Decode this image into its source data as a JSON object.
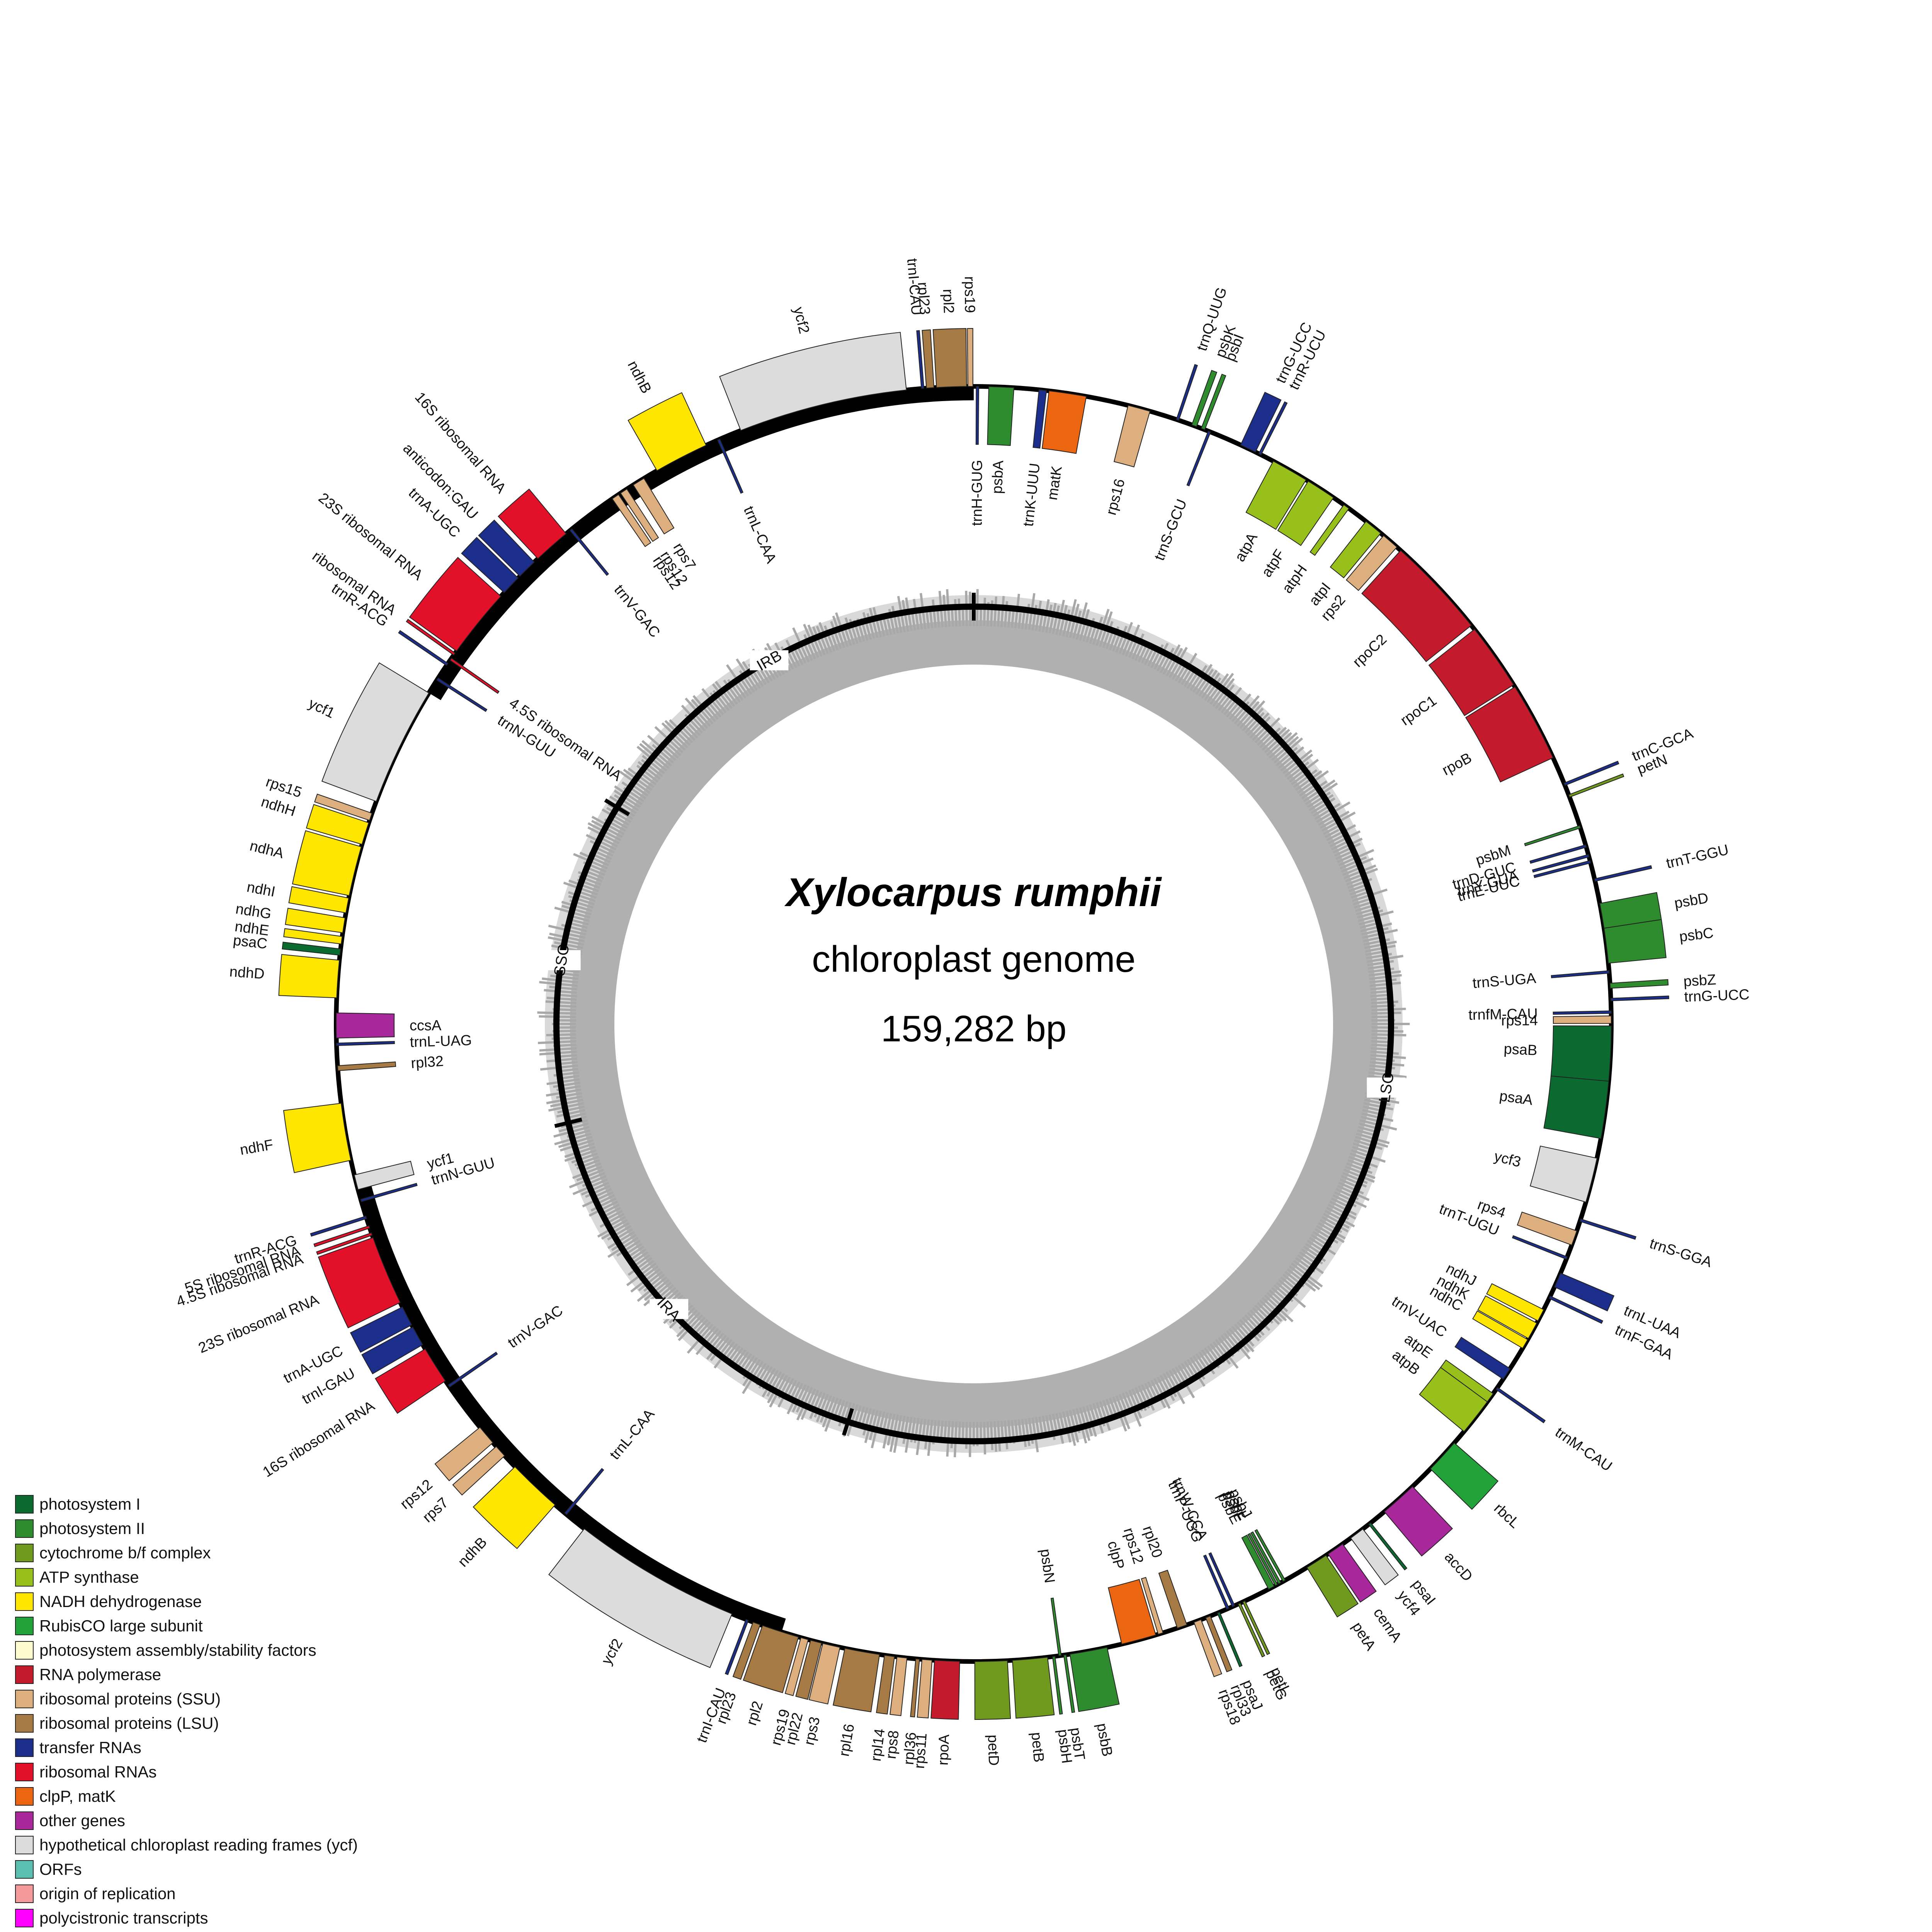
{
  "title": {
    "species": "Xylocarpus rumphii",
    "subtitle": "chloroplast genome",
    "size": "159,282 bp"
  },
  "genome_length": 159282,
  "colors": {
    "photosystem_I": "#0a6a30",
    "photosystem_II": "#2e8b2e",
    "cytochrome": "#6f9a1e",
    "atp": "#98c01a",
    "ndh": "#ffe600",
    "rubisco": "#22a33a",
    "assembly": "#fffbd0",
    "rpo": "#c31b2b",
    "ssu": "#ddaf7e",
    "lsu": "#a57a45",
    "trna": "#1c2e8c",
    "rrna": "#e3102a",
    "clp": "#ec6612",
    "other": "#a8289c",
    "ycf": "#dcdcdc",
    "orf": "#5abfae",
    "ori": "#f59a9a",
    "polycistronic": "#ff00ff"
  },
  "regions": [
    {
      "name": "LSC",
      "start": 0,
      "end": 87400
    },
    {
      "name": "IRA",
      "start": 87400,
      "end": 113400
    },
    {
      "name": "SSC",
      "start": 113400,
      "end": 133300
    },
    {
      "name": "IRB",
      "start": 133300,
      "end": 159282
    }
  ],
  "legend": [
    {
      "label": "photosystem I",
      "color": "#0a6a30"
    },
    {
      "label": "photosystem II",
      "color": "#2e8b2e"
    },
    {
      "label": "cytochrome b/f complex",
      "color": "#6f9a1e"
    },
    {
      "label": "ATP synthase",
      "color": "#98c01a"
    },
    {
      "label": "NADH dehydrogenase",
      "color": "#ffe600"
    },
    {
      "label": "RubisCO large subunit",
      "color": "#22a33a"
    },
    {
      "label": "photosystem assembly/stability factors",
      "color": "#fffbd0"
    },
    {
      "label": "RNA polymerase",
      "color": "#c31b2b"
    },
    {
      "label": "ribosomal proteins (SSU)",
      "color": "#ddaf7e"
    },
    {
      "label": "ribosomal proteins (LSU)",
      "color": "#a57a45"
    },
    {
      "label": "transfer RNAs",
      "color": "#1c2e8c"
    },
    {
      "label": "ribosomal RNAs",
      "color": "#e3102a"
    },
    {
      "label": "clpP, matK",
      "color": "#ec6612"
    },
    {
      "label": "other genes",
      "color": "#a8289c"
    },
    {
      "label": "hypothetical chloroplast reading frames (ycf)",
      "color": "#dcdcdc"
    },
    {
      "label": "ORFs",
      "color": "#5abfae"
    },
    {
      "label": "origin of replication",
      "color": "#f59a9a"
    },
    {
      "label": "polycistronic transcripts",
      "color": "#ff00ff"
    }
  ],
  "genes": [
    {
      "name": "psbA",
      "start": 600,
      "end": 1600,
      "strand": "in",
      "cat": "photosystem_II"
    },
    {
      "name": "trnH-GUG",
      "start": 100,
      "end": 200,
      "strand": "in",
      "cat": "trna"
    },
    {
      "name": "trnK-UUU",
      "start": 2600,
      "end": 2900,
      "strand": "in",
      "cat": "trna"
    },
    {
      "name": "matK",
      "start": 3000,
      "end": 4500,
      "strand": "in",
      "cat": "clp"
    },
    {
      "name": "rps16",
      "start": 6200,
      "end": 7100,
      "strand": "in",
      "cat": "ssu"
    },
    {
      "name": "trnQ-UUG",
      "start": 8200,
      "end": 8300,
      "strand": "out",
      "cat": "trna"
    },
    {
      "name": "psbK",
      "start": 8850,
      "end": 9050,
      "strand": "out",
      "cat": "photosystem_II"
    },
    {
      "name": "psbI",
      "start": 9250,
      "end": 9400,
      "strand": "out",
      "cat": "photosystem_II"
    },
    {
      "name": "trnS-GCU",
      "start": 9550,
      "end": 9650,
      "strand": "in",
      "cat": "trna"
    },
    {
      "name": "trnG-UCC",
      "start": 10950,
      "end": 11600,
      "strand": "out",
      "cat": "trna"
    },
    {
      "name": "trnR-UCU",
      "start": 11750,
      "end": 11850,
      "strand": "out",
      "cat": "trna"
    },
    {
      "name": "atpA",
      "start": 12400,
      "end": 13900,
      "strand": "in",
      "cat": "atp"
    },
    {
      "name": "atpF",
      "start": 14000,
      "end": 15200,
      "strand": "in",
      "cat": "atp"
    },
    {
      "name": "atpH",
      "start": 15700,
      "end": 15950,
      "strand": "in",
      "cat": "atp"
    },
    {
      "name": "atpI",
      "start": 16800,
      "end": 17550,
      "strand": "in",
      "cat": "atp"
    },
    {
      "name": "rps2",
      "start": 17700,
      "end": 18400,
      "strand": "in",
      "cat": "ssu"
    },
    {
      "name": "rpoC2",
      "start": 18600,
      "end": 22700,
      "strand": "in",
      "cat": "rpo"
    },
    {
      "name": "rpoC1",
      "start": 22900,
      "end": 25600,
      "strand": "in",
      "cat": "rpo"
    },
    {
      "name": "rpoB",
      "start": 25700,
      "end": 28900,
      "strand": "in",
      "cat": "rpo"
    },
    {
      "name": "trnC-GCA",
      "start": 30000,
      "end": 30100,
      "strand": "out",
      "cat": "trna"
    },
    {
      "name": "petN",
      "start": 30500,
      "end": 30600,
      "strand": "out",
      "cat": "cytochrome"
    },
    {
      "name": "psbM",
      "start": 31800,
      "end": 31900,
      "strand": "in",
      "cat": "photosystem_II"
    },
    {
      "name": "trnD-GUC",
      "start": 32600,
      "end": 32700,
      "strand": "in",
      "cat": "trna"
    },
    {
      "name": "trnY-GUA",
      "start": 33000,
      "end": 33100,
      "strand": "in",
      "cat": "trna"
    },
    {
      "name": "trnE-UUC",
      "start": 33250,
      "end": 33350,
      "strand": "in",
      "cat": "trna"
    },
    {
      "name": "trnT-GGU",
      "start": 34000,
      "end": 34100,
      "strand": "out",
      "cat": "trna"
    },
    {
      "name": "psbD",
      "start": 35000,
      "end": 36000,
      "strand": "out",
      "cat": "photosystem_II"
    },
    {
      "name": "psbC",
      "start": 36000,
      "end": 37400,
      "strand": "out",
      "cat": "photosystem_II"
    },
    {
      "name": "trnS-UGA",
      "start": 37700,
      "end": 37800,
      "strand": "in",
      "cat": "trna"
    },
    {
      "name": "psbZ",
      "start": 38200,
      "end": 38400,
      "strand": "out",
      "cat": "photosystem_II"
    },
    {
      "name": "trnG-UCC",
      "start": 38800,
      "end": 38900,
      "strand": "out",
      "cat": "trna"
    },
    {
      "name": "trnfM-CAU",
      "start": 39300,
      "end": 39400,
      "strand": "in",
      "cat": "trna"
    },
    {
      "name": "rps14",
      "start": 39500,
      "end": 39800,
      "strand": "in",
      "cat": "ssu"
    },
    {
      "name": "psaB",
      "start": 39900,
      "end": 42100,
      "strand": "in",
      "cat": "photosystem_I"
    },
    {
      "name": "psaA",
      "start": 42100,
      "end": 44400,
      "strand": "in",
      "cat": "photosystem_I"
    },
    {
      "name": "ycf3",
      "start": 45200,
      "end": 47000,
      "strand": "in",
      "cat": "ycf"
    },
    {
      "name": "trnS-GGA",
      "start": 47700,
      "end": 47800,
      "strand": "out",
      "cat": "trna"
    },
    {
      "name": "rps4",
      "start": 48200,
      "end": 48800,
      "strand": "in",
      "cat": "ssu"
    },
    {
      "name": "trnT-UGU",
      "start": 49300,
      "end": 49400,
      "strand": "in",
      "cat": "trna"
    },
    {
      "name": "trnL-UAA",
      "start": 50000,
      "end": 50600,
      "strand": "out",
      "cat": "trna"
    },
    {
      "name": "trnF-GAA",
      "start": 51000,
      "end": 51100,
      "strand": "out",
      "cat": "trna"
    },
    {
      "name": "ndhJ",
      "start": 51600,
      "end": 52100,
      "strand": "in",
      "cat": "ndh"
    },
    {
      "name": "ndhK",
      "start": 52200,
      "end": 52900,
      "strand": "in",
      "cat": "ndh"
    },
    {
      "name": "ndhC",
      "start": 52950,
      "end": 53350,
      "strand": "in",
      "cat": "ndh"
    },
    {
      "name": "trnV-UAC",
      "start": 54300,
      "end": 54800,
      "strand": "in",
      "cat": "trna"
    },
    {
      "name": "trnM-CAU",
      "start": 55200,
      "end": 55300,
      "strand": "out",
      "cat": "trna"
    },
    {
      "name": "atpE",
      "start": 55500,
      "end": 55900,
      "strand": "in",
      "cat": "atp"
    },
    {
      "name": "atpB",
      "start": 55900,
      "end": 57400,
      "strand": "in",
      "cat": "atp"
    },
    {
      "name": "rbcL",
      "start": 58000,
      "end": 59400,
      "strand": "out",
      "cat": "rubisco"
    },
    {
      "name": "accD",
      "start": 60400,
      "end": 61900,
      "strand": "out",
      "cat": "other"
    },
    {
      "name": "psaI",
      "start": 62600,
      "end": 62700,
      "strand": "out",
      "cat": "photosystem_I"
    },
    {
      "name": "ycf4",
      "start": 63000,
      "end": 63600,
      "strand": "out",
      "cat": "ycf"
    },
    {
      "name": "cemA",
      "start": 64000,
      "end": 64700,
      "strand": "out",
      "cat": "other"
    },
    {
      "name": "petA",
      "start": 64800,
      "end": 65700,
      "strand": "out",
      "cat": "cytochrome"
    },
    {
      "name": "psbJ",
      "start": 66700,
      "end": 66800,
      "strand": "in",
      "cat": "photosystem_II"
    },
    {
      "name": "psbL",
      "start": 66900,
      "end": 67000,
      "strand": "in",
      "cat": "photosystem_II"
    },
    {
      "name": "psbF",
      "start": 67050,
      "end": 67150,
      "strand": "in",
      "cat": "photosystem_II"
    },
    {
      "name": "psbE",
      "start": 67200,
      "end": 67450,
      "strand": "in",
      "cat": "photosystem_II"
    },
    {
      "name": "petL",
      "start": 68500,
      "end": 68600,
      "strand": "out",
      "cat": "cytochrome"
    },
    {
      "name": "petG",
      "start": 68700,
      "end": 68800,
      "strand": "out",
      "cat": "cytochrome"
    },
    {
      "name": "trnW-CCA",
      "start": 68950,
      "end": 69050,
      "strand": "in",
      "cat": "trna"
    },
    {
      "name": "trnP-UGG",
      "start": 69200,
      "end": 69300,
      "strand": "in",
      "cat": "trna"
    },
    {
      "name": "psaJ",
      "start": 69600,
      "end": 69700,
      "strand": "out",
      "cat": "photosystem_I"
    },
    {
      "name": "rpl33",
      "start": 70000,
      "end": 70200,
      "strand": "out",
      "cat": "lsu"
    },
    {
      "name": "rps18",
      "start": 70400,
      "end": 70700,
      "strand": "out",
      "cat": "ssu"
    },
    {
      "name": "rpl20",
      "start": 71000,
      "end": 71400,
      "strand": "in",
      "cat": "lsu"
    },
    {
      "name": "rps12",
      "start": 72000,
      "end": 72200,
      "strand": "in",
      "cat": "ssu"
    },
    {
      "name": "clpP",
      "start": 72300,
      "end": 73700,
      "strand": "in",
      "cat": "clp"
    },
    {
      "name": "psbB",
      "start": 74300,
      "end": 75800,
      "strand": "out",
      "cat": "photosystem_II"
    },
    {
      "name": "psbT",
      "start": 75950,
      "end": 76050,
      "strand": "out",
      "cat": "photosystem_II"
    },
    {
      "name": "psbN",
      "start": 76150,
      "end": 76250,
      "strand": "in",
      "cat": "photosystem_II"
    },
    {
      "name": "psbH",
      "start": 76400,
      "end": 76500,
      "strand": "out",
      "cat": "photosystem_II"
    },
    {
      "name": "petB",
      "start": 76700,
      "end": 78100,
      "strand": "out",
      "cat": "cytochrome"
    },
    {
      "name": "petD",
      "start": 78300,
      "end": 79600,
      "strand": "out",
      "cat": "cytochrome"
    },
    {
      "name": "rpoA",
      "start": 80200,
      "end": 81200,
      "strand": "out",
      "cat": "rpo"
    },
    {
      "name": "rps11",
      "start": 81300,
      "end": 81700,
      "strand": "out",
      "cat": "ssu"
    },
    {
      "name": "rpl36",
      "start": 81800,
      "end": 81950,
      "strand": "out",
      "cat": "lsu"
    },
    {
      "name": "rps8",
      "start": 82300,
      "end": 82700,
      "strand": "out",
      "cat": "ssu"
    },
    {
      "name": "rpl14",
      "start": 82800,
      "end": 83200,
      "strand": "out",
      "cat": "lsu"
    },
    {
      "name": "rpl16",
      "start": 83400,
      "end": 84800,
      "strand": "out",
      "cat": "lsu"
    },
    {
      "name": "rps3",
      "start": 85000,
      "end": 85700,
      "strand": "out",
      "cat": "ssu"
    },
    {
      "name": "rpl22",
      "start": 85750,
      "end": 86200,
      "strand": "out",
      "cat": "lsu"
    },
    {
      "name": "rps19",
      "start": 86300,
      "end": 86600,
      "strand": "out",
      "cat": "ssu"
    },
    {
      "name": "rpl2",
      "start": 86700,
      "end": 88200,
      "strand": "out",
      "cat": "lsu"
    },
    {
      "name": "rpl23",
      "start": 88300,
      "end": 88600,
      "strand": "out",
      "cat": "lsu"
    },
    {
      "name": "trnI-CAU",
      "start": 88800,
      "end": 88900,
      "strand": "out",
      "cat": "trna"
    },
    {
      "name": "ycf2",
      "start": 89500,
      "end": 96300,
      "strand": "out",
      "cat": "ycf"
    },
    {
      "name": "trnL-CAA",
      "start": 97200,
      "end": 97300,
      "strand": "in",
      "cat": "trna"
    },
    {
      "name": "ndhB",
      "start": 97800,
      "end": 100000,
      "strand": "out",
      "cat": "ndh"
    },
    {
      "name": "rps7",
      "start": 100600,
      "end": 101100,
      "strand": "out",
      "cat": "ssu"
    },
    {
      "name": "rps12",
      "start": 101300,
      "end": 102100,
      "strand": "out",
      "cat": "ssu"
    },
    {
      "name": "trnV-GAC",
      "start": 104100,
      "end": 104200,
      "strand": "in",
      "cat": "trna"
    },
    {
      "name": "16S ribosomal RNA",
      "start": 104400,
      "end": 105900,
      "strand": "out",
      "cat": "rrna"
    },
    {
      "name": "trnI-GAU",
      "start": 106100,
      "end": 106900,
      "strand": "out",
      "cat": "trna"
    },
    {
      "name": "trnA-UGC",
      "start": 107000,
      "end": 107800,
      "strand": "out",
      "cat": "trna"
    },
    {
      "name": "23S ribosomal RNA",
      "start": 108000,
      "end": 110800,
      "strand": "out",
      "cat": "rrna"
    },
    {
      "name": "4.5S ribosomal RNA",
      "start": 110900,
      "end": 111000,
      "strand": "out",
      "cat": "rrna"
    },
    {
      "name": "5S ribosomal RNA",
      "start": 111200,
      "end": 111300,
      "strand": "out",
      "cat": "rrna"
    },
    {
      "name": "trnR-ACG",
      "start": 111600,
      "end": 111700,
      "strand": "out",
      "cat": "trna"
    },
    {
      "name": "trnN-GUU",
      "start": 112300,
      "end": 112400,
      "strand": "in",
      "cat": "trna"
    },
    {
      "name": "ycf1",
      "start": 112800,
      "end": 113400,
      "strand": "in",
      "cat": "ycf"
    },
    {
      "name": "ndhF",
      "start": 114000,
      "end": 116300,
      "strand": "out",
      "cat": "ndh"
    },
    {
      "name": "rpl32",
      "start": 117600,
      "end": 117800,
      "strand": "in",
      "cat": "lsu"
    },
    {
      "name": "trnL-UAG",
      "start": 118600,
      "end": 118700,
      "strand": "in",
      "cat": "trna"
    },
    {
      "name": "ccsA",
      "start": 118900,
      "end": 119900,
      "strand": "in",
      "cat": "other"
    },
    {
      "name": "ndhD",
      "start": 120500,
      "end": 122000,
      "strand": "out",
      "cat": "ndh"
    },
    {
      "name": "psaC",
      "start": 122200,
      "end": 122450,
      "strand": "out",
      "cat": "photosystem_I"
    },
    {
      "name": "ndhE",
      "start": 122650,
      "end": 122950,
      "strand": "out",
      "cat": "ndh"
    },
    {
      "name": "ndhG",
      "start": 123100,
      "end": 123700,
      "strand": "out",
      "cat": "ndh"
    },
    {
      "name": "ndhI",
      "start": 123900,
      "end": 124500,
      "strand": "out",
      "cat": "ndh"
    },
    {
      "name": "ndhA",
      "start": 124600,
      "end": 126600,
      "strand": "out",
      "cat": "ndh"
    },
    {
      "name": "ndhH",
      "start": 126700,
      "end": 127600,
      "strand": "out",
      "cat": "ndh"
    },
    {
      "name": "rps15",
      "start": 127700,
      "end": 128000,
      "strand": "out",
      "cat": "ssu"
    },
    {
      "name": "ycf1",
      "start": 128500,
      "end": 133300,
      "strand": "out",
      "cat": "ycf"
    },
    {
      "name": "trnN-GUU",
      "start": 133900,
      "end": 134000,
      "strand": "in",
      "cat": "trna"
    },
    {
      "name": "trnR-ACG",
      "start": 134600,
      "end": 134700,
      "strand": "out",
      "cat": "trna"
    },
    {
      "name": "4.5S ribosomal RNA",
      "start": 134850,
      "end": 134950,
      "strand": "in",
      "cat": "rrna"
    },
    {
      "name": "ribosomal RNA",
      "start": 135100,
      "end": 135200,
      "strand": "out",
      "cat": "rrna"
    },
    {
      "name": "23S ribosomal RNA",
      "start": 135300,
      "end": 138100,
      "strand": "out",
      "cat": "rrna"
    },
    {
      "name": "trnA-UGC",
      "start": 138300,
      "end": 139100,
      "strand": "out",
      "cat": "trna"
    },
    {
      "name": "anticodon:GAU",
      "start": 139200,
      "end": 140000,
      "strand": "out",
      "cat": "trna"
    },
    {
      "name": "16S ribosomal RNA",
      "start": 140200,
      "end": 141700,
      "strand": "out",
      "cat": "rrna"
    },
    {
      "name": "trnV-GAC",
      "start": 141900,
      "end": 142000,
      "strand": "in",
      "cat": "trna"
    },
    {
      "name": "rps12",
      "start": 144000,
      "end": 144300,
      "strand": "in",
      "cat": "ssu"
    },
    {
      "name": "rps12",
      "start": 144400,
      "end": 144700,
      "strand": "in",
      "cat": "ssu"
    },
    {
      "name": "rps7",
      "start": 145000,
      "end": 145500,
      "strand": "in",
      "cat": "ssu"
    },
    {
      "name": "ndhB",
      "start": 146100,
      "end": 148300,
      "strand": "out",
      "cat": "ndh"
    },
    {
      "name": "trnL-CAA",
      "start": 148800,
      "end": 148900,
      "strand": "in",
      "cat": "trna"
    },
    {
      "name": "ycf2",
      "start": 149800,
      "end": 156600,
      "strand": "out",
      "cat": "ycf"
    },
    {
      "name": "trnI-CAU",
      "start": 157200,
      "end": 157300,
      "strand": "out",
      "cat": "trna"
    },
    {
      "name": "rpl23",
      "start": 157400,
      "end": 157700,
      "strand": "out",
      "cat": "lsu"
    },
    {
      "name": "rpl2",
      "start": 157800,
      "end": 159000,
      "strand": "out",
      "cat": "lsu"
    },
    {
      "name": "rps19",
      "start": 159050,
      "end": 159250,
      "strand": "out",
      "cat": "ssu"
    }
  ]
}
